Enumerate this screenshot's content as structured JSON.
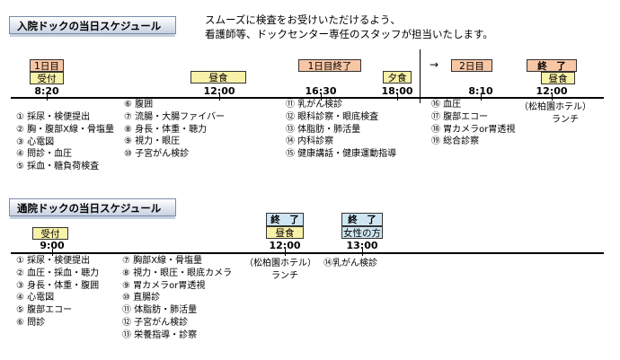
{
  "sections": {
    "inpatient_title": "入院ドックの当日スケジュール",
    "outpatient_title": "通院ドックの当日スケジュール"
  },
  "intro": [
    "スムーズに検査をお受けいただけるよう、",
    "看護師等、ドックセンター専任のスタッフが担当いたします。"
  ],
  "inpatient": {
    "day1": "1日目",
    "reception": "受付",
    "lunch": "昼食",
    "day1_end": "1日目終了",
    "dinner": "夕食",
    "arrow": "→",
    "day2": "2日目",
    "finish": "終　了",
    "lunch2": "昼食",
    "times": [
      "8:20",
      "12:00",
      "16:30",
      "18:00",
      "8:10",
      "12:00"
    ],
    "hotel": "（松柏園ホテル）",
    "lunch_label": "ランチ",
    "col1": [
      "① 採尿・検便提出",
      "② 胸・腹部X線・骨塩量",
      "③ 心電図",
      "④ 問診・血圧",
      "⑤ 採血・糖負荷検査"
    ],
    "col2": [
      "⑥ 腹囲",
      "⑦ 流腸・大腸ファイバー",
      "⑧ 身長・体重・聴力",
      "⑨ 視力・眼圧",
      "⑩ 子宮がん検診"
    ],
    "col3": [
      "⑪ 乳がん検診",
      "⑫ 眼科診察・眼底検査",
      "⑬ 体脂肪・肺活量",
      "⑭ 内科診察",
      "⑮ 健康講話・健康運動指導"
    ],
    "col4": [
      "⑯ 血圧",
      "⑰ 腹部エコー",
      "⑱ 胃カメラor胃透視",
      "⑲ 総合診察"
    ]
  },
  "outpatient": {
    "reception": "受付",
    "finish1": "終　了",
    "lunch": "昼食",
    "finish2": "終　了",
    "women": "女性の方",
    "times": [
      "9:00",
      "12:00",
      "13:00"
    ],
    "hotel": "（松柏園ホテル）",
    "breast": "⑭乳がん検診",
    "lunch_label": "ランチ",
    "col1": [
      "① 採尿・検便提出",
      "② 血圧・採血・聴力",
      "③ 身長・体重・腹囲",
      "④ 心電図",
      "⑤ 腹部エコー",
      "⑥ 問診"
    ],
    "col2": [
      "⑦ 胸部X線・骨塩量",
      "⑧ 視力・眼圧・眼底カメラ",
      "⑨ 胃カメラor胃透視",
      "⑩ 直腸診",
      "⑪ 体脂肪・肺活量",
      "⑫ 子宮がん検診",
      "⑬ 栄養指導・診察"
    ]
  }
}
